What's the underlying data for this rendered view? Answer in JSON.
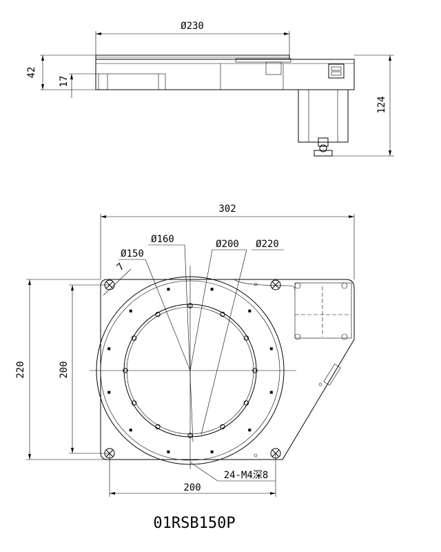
{
  "drawing": {
    "model": "01RSB150P",
    "side_view": {
      "top_width": "Ø230",
      "total_height": "42",
      "base_height": "17",
      "motor_height": "124"
    },
    "top_view": {
      "overall_width": "302",
      "overall_height": "220",
      "mount_pitch_vertical": "200",
      "mount_pitch_horizontal": "200",
      "diameters": [
        "Ø150",
        "Ø160",
        "Ø200",
        "Ø220"
      ],
      "corner_dim": "7",
      "hole_note": "24-M4深8"
    }
  }
}
